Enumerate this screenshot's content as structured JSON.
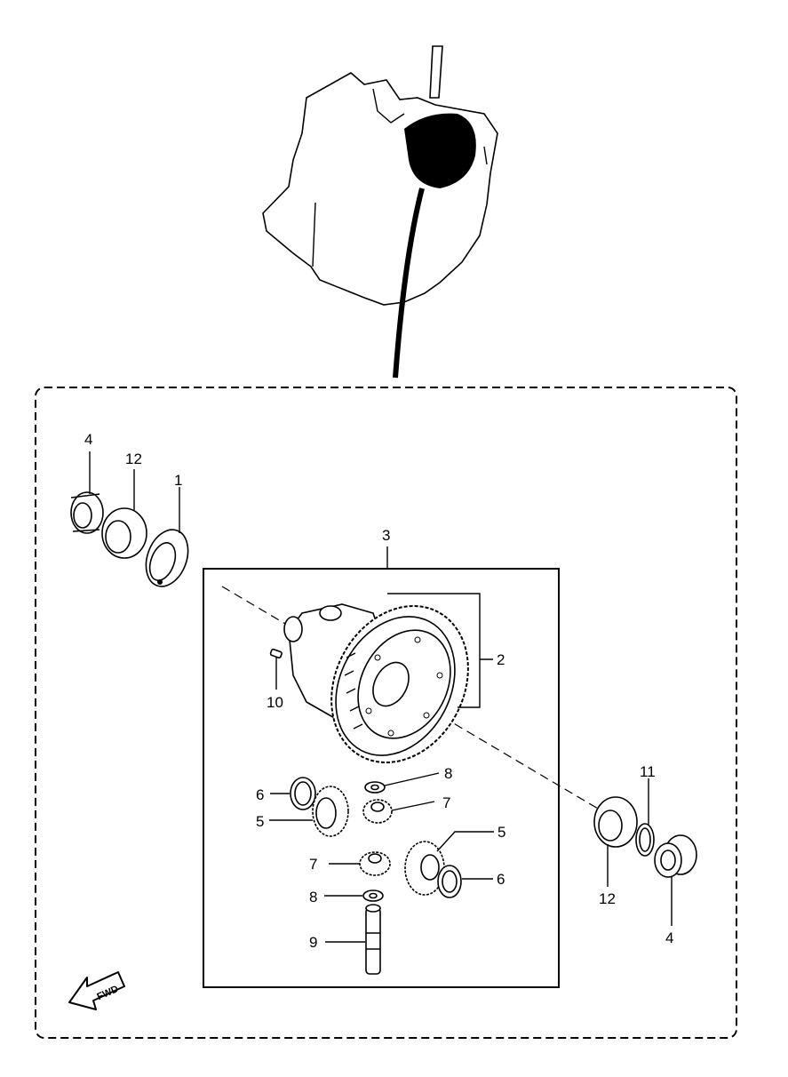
{
  "callouts": {
    "c1": "1",
    "c2": "2",
    "c3": "3",
    "c4_top": "4",
    "c4_bottom": "4",
    "c5_left": "5",
    "c5_right": "5",
    "c6_left": "6",
    "c6_right": "6",
    "c7_top": "7",
    "c7_bottom": "7",
    "c8_top": "8",
    "c8_bottom": "8",
    "c9": "9",
    "c10": "10",
    "c11": "11",
    "c12_top": "12",
    "c12_bottom": "12"
  },
  "fwd_label": "FWD",
  "icons": {
    "engine": "engine-silhouette-icon",
    "fwd_arrow": "forward-arrow-icon"
  }
}
